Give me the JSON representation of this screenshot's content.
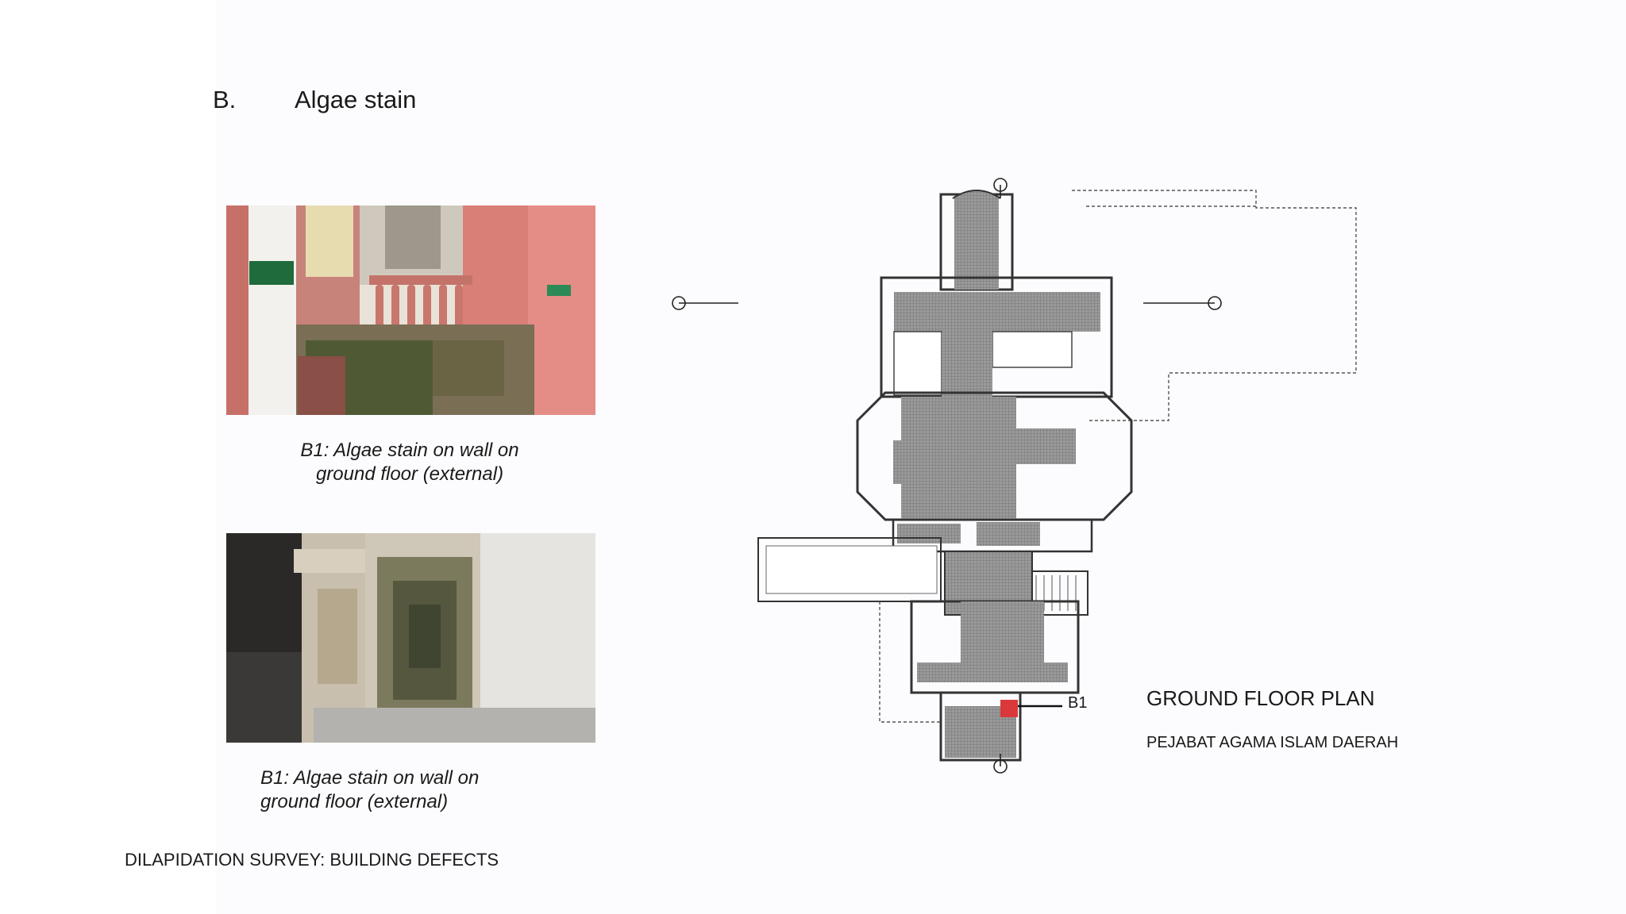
{
  "heading": {
    "letter": "B.",
    "title": "Algae stain"
  },
  "photos": [
    {
      "caption": "B1: Algae stain on wall on\nground floor (external)"
    },
    {
      "caption": "B1: Algae stain on wall on\nground floor (external)"
    }
  ],
  "plan": {
    "title": "GROUND FLOOR PLAN",
    "subtitle": "PEJABAT AGAMA ISLAM DAERAH",
    "marker_label": "B1",
    "marker_color": "#d9393a"
  },
  "footer": "DILAPIDATION SURVEY: BUILDING DEFECTS"
}
